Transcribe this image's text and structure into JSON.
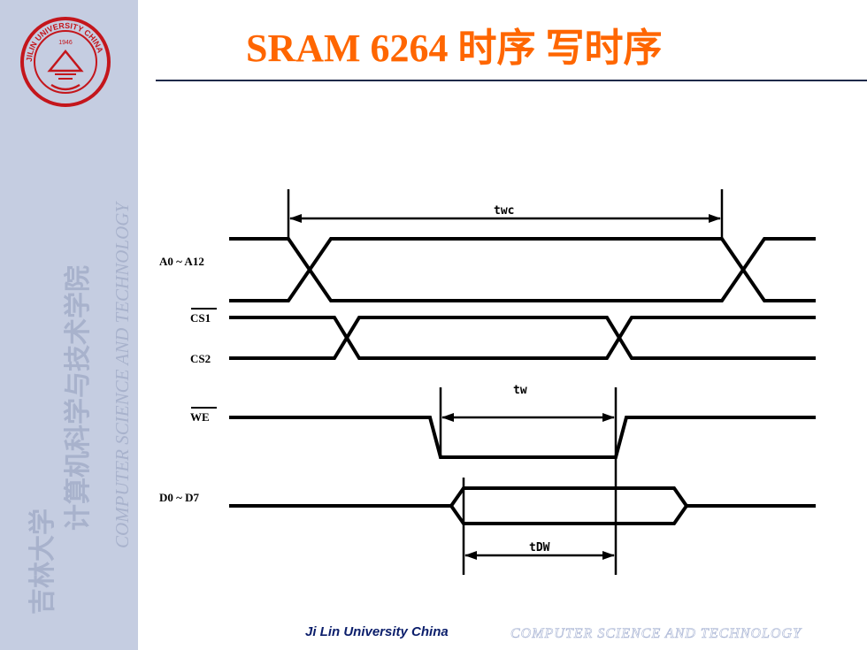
{
  "slide": {
    "title": "SRAM 6264 时序  写时序",
    "footer_left": "Ji Lin University China",
    "footer_right": "COMPUTER  SCIENCE AND  TECHNOLOGY"
  },
  "sidebar": {
    "school_cn_line1": "吉林大学",
    "school_cn_line2": "计算机科学与技术学院",
    "school_en": "COMPUTER SCIENCE AND TECHNOLOGY",
    "logo": {
      "ring_text": "JILIN UNIVERSITY CHINA",
      "year": "1946",
      "icon": "jilin-university-seal"
    }
  },
  "diagram": {
    "signals": [
      {
        "name": "address",
        "label": "A0 ~ A12"
      },
      {
        "name": "cs1",
        "label": "CS1",
        "overline": true
      },
      {
        "name": "cs2",
        "label": "CS2",
        "overline": false
      },
      {
        "name": "we",
        "label": "WE",
        "overline": true
      },
      {
        "name": "data",
        "label": "D0 ~ D7",
        "overline": false
      }
    ],
    "timings": [
      {
        "name": "twc",
        "label": "twc"
      },
      {
        "name": "tw",
        "label": "tw"
      },
      {
        "name": "tdw",
        "label": "tDW"
      }
    ],
    "colors": {
      "title": "#ff6600",
      "sidebar": "#c5cde1",
      "line": "#000000"
    }
  }
}
